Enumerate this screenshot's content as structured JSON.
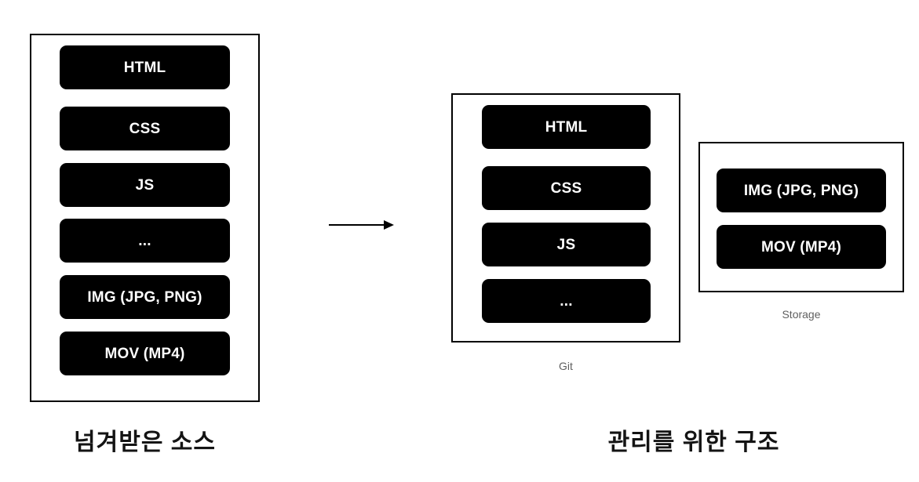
{
  "diagram": {
    "type": "flow-diagram",
    "background_color": "#ffffff",
    "chip_color": "#000000",
    "chip_text_color": "#ffffff",
    "caption_color": "#5f5f5f",
    "heading_color": "#141414"
  },
  "source_group": {
    "caption": "",
    "heading": "넘겨받은 소스",
    "items": [
      {
        "label": "HTML"
      },
      {
        "label": "CSS"
      },
      {
        "label": "JS"
      },
      {
        "label": "..."
      },
      {
        "label": "IMG (JPG, PNG)"
      },
      {
        "label": "MOV (MP4)"
      }
    ]
  },
  "managed_structure": {
    "heading": "관리를 위한 구조"
  },
  "git_group": {
    "caption": "Git",
    "items": [
      {
        "label": "HTML"
      },
      {
        "label": "CSS"
      },
      {
        "label": "JS"
      },
      {
        "label": "..."
      }
    ]
  },
  "storage_group": {
    "caption": "Storage",
    "items": [
      {
        "label": "IMG (JPG, PNG)"
      },
      {
        "label": "MOV (MP4)"
      }
    ]
  },
  "arrow": {
    "icon": "arrow-right-icon",
    "direction": "right"
  }
}
